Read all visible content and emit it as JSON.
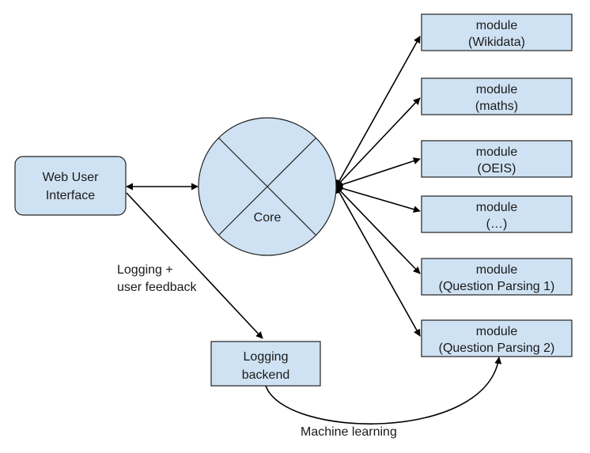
{
  "colors": {
    "node_fill": "#cfe2f3",
    "node_stroke": "#222222",
    "edge": "#000000",
    "background": "#ffffff"
  },
  "web_ui": {
    "line1": "Web User",
    "line2": "Interface"
  },
  "core": {
    "label": "Core"
  },
  "logging_backend": {
    "line1": "Logging",
    "line2": "backend"
  },
  "modules": [
    {
      "line1": "module",
      "line2": "(Wikidata)"
    },
    {
      "line1": "module",
      "line2": "(maths)"
    },
    {
      "line1": "module",
      "line2": "(OEIS)"
    },
    {
      "line1": "module",
      "line2": "(…)"
    },
    {
      "line1": "module",
      "line2": "(Question Parsing 1)"
    },
    {
      "line1": "module",
      "line2": "(Question Parsing 2)"
    }
  ],
  "edge_labels": {
    "logging_line1": "Logging +",
    "logging_line2": "user feedback",
    "machine_learning": "Machine learning"
  }
}
